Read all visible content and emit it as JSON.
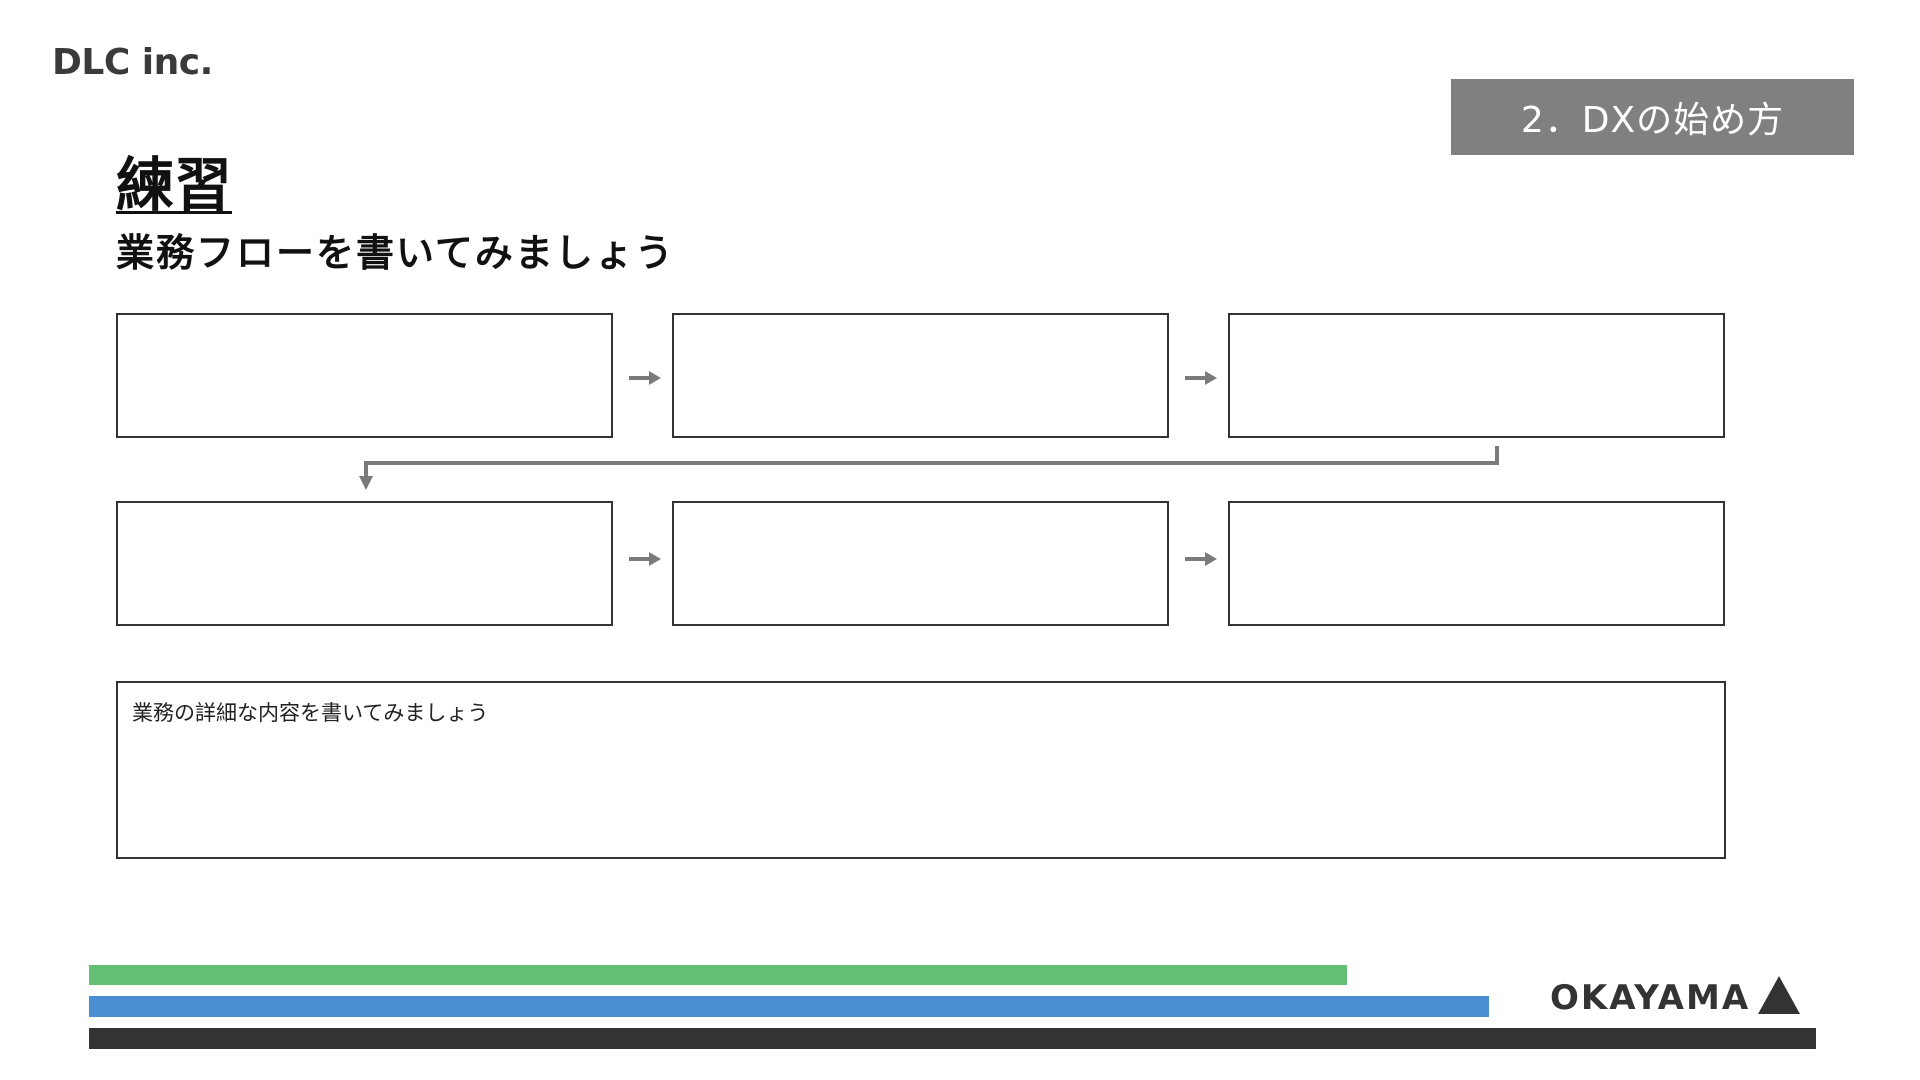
{
  "header": {
    "logo": "DLC inc.",
    "section_badge": "2．DXの始め方"
  },
  "main": {
    "title": "練習",
    "subtitle": "業務フローを書いてみましょう",
    "detail_placeholder": "業務の詳細な内容を書いてみましょう"
  },
  "footer": {
    "brand": "OKAYAMA",
    "bar_colors": [
      "#63bf74",
      "#4a8fd1",
      "#333333"
    ]
  },
  "colors": {
    "badge_bg": "#808080",
    "arrow": "#7a7a7a",
    "box_border": "#333333"
  }
}
